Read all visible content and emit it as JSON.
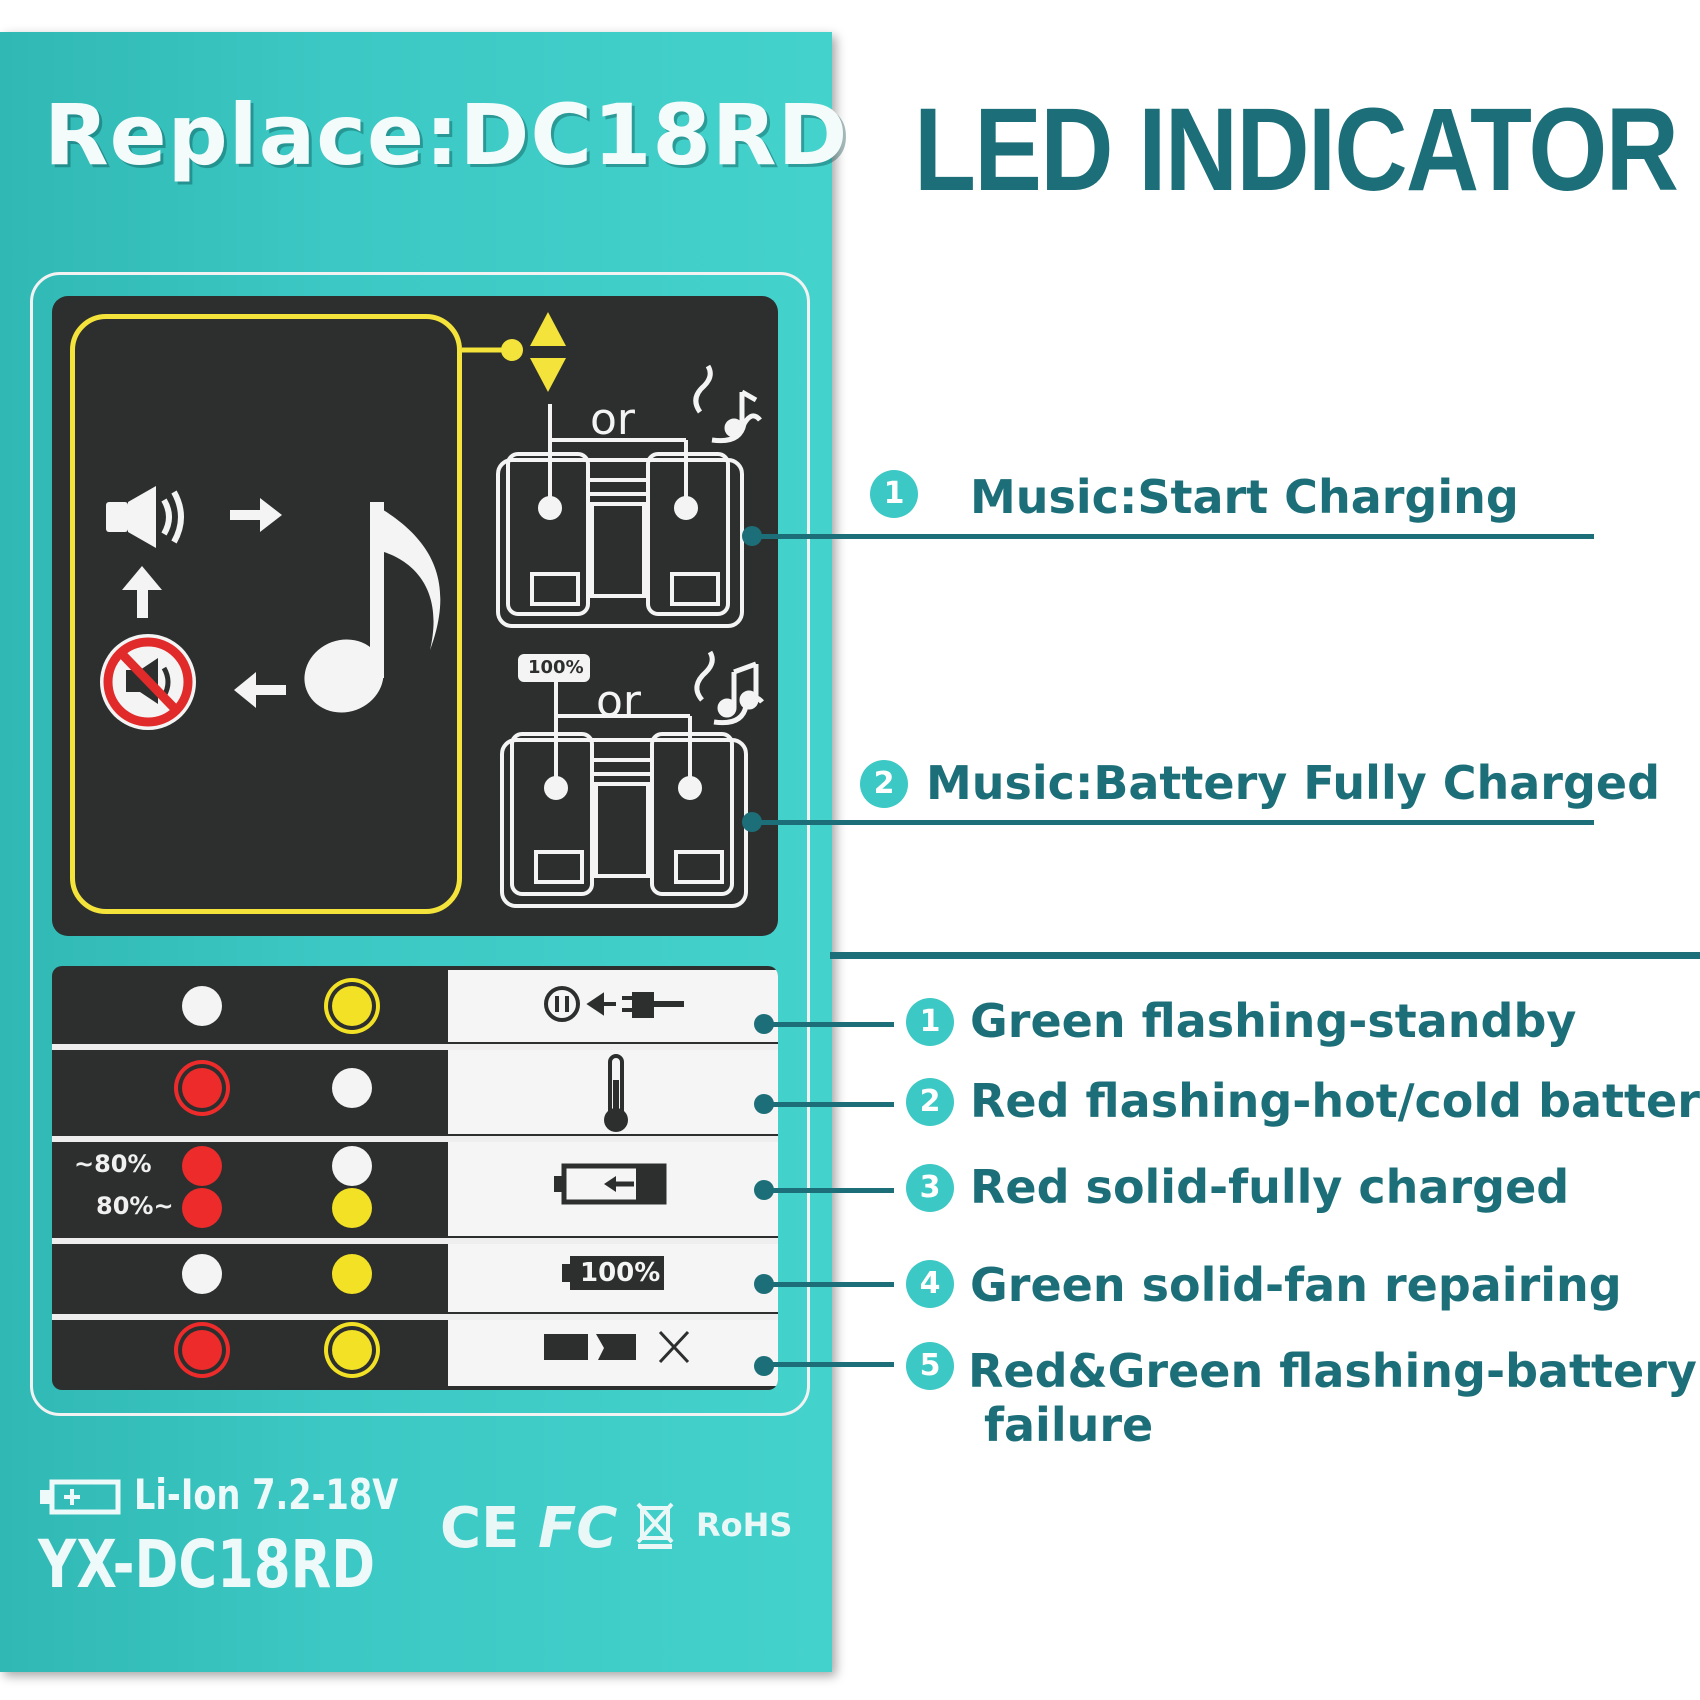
{
  "header": {
    "product_title": "Replace:DC18RD",
    "section_title": "LED INDICATOR"
  },
  "music": {
    "or_label": "or",
    "full_badge": "100%",
    "items": [
      {
        "number": "1",
        "text": "Music:Start Charging"
      },
      {
        "number": "2",
        "text": "Music:Battery Fully Charged"
      }
    ]
  },
  "led_table": {
    "pct_low": "~80%",
    "pct_high": "80%~",
    "full_badge": "100%",
    "rows": [
      {
        "left_led": "white",
        "right_led": "yellow-flashing",
        "symbol": "plug-icon"
      },
      {
        "left_led": "red-flashing",
        "right_led": "white",
        "symbol": "thermometer-icon"
      },
      {
        "left_led": "red",
        "right_led": "white/yellow",
        "symbol": "charging-battery-icon"
      },
      {
        "left_led": "white",
        "right_led": "yellow",
        "symbol": "battery-100-icon"
      },
      {
        "left_led": "red-flashing",
        "right_led": "yellow-flashing",
        "symbol": "broken-battery-icon"
      }
    ]
  },
  "legend": [
    {
      "number": "1",
      "text": "Green flashing-standby"
    },
    {
      "number": "2",
      "text": "Red flashing-hot/cold battery"
    },
    {
      "number": "3",
      "text": "Red solid-fully charged"
    },
    {
      "number": "4",
      "text": "Green solid-fan repairing"
    },
    {
      "number": "5",
      "text": "Red&Green flashing-battery",
      "text_line2": "failure"
    }
  ],
  "footer": {
    "spec": "Li-Ion 7.2-18V",
    "model": "YX-DC18RD",
    "cert_ce": "CE",
    "cert_fc": "FC",
    "cert_rohs": "RoHS"
  },
  "colors": {
    "panel": "#3cc8c4",
    "accent": "#1c6f78",
    "dark": "#2d2f2f",
    "yellow": "#f3e33a",
    "red": "#ee2b2b"
  }
}
